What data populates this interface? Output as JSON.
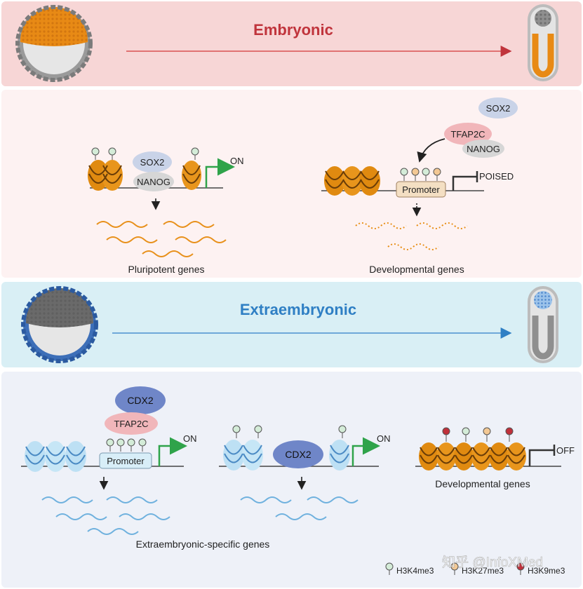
{
  "sections": {
    "embryonic_title": "Embryonic",
    "extraembryonic_title": "Extraembryonic"
  },
  "embryonic_panel": {
    "left": {
      "factor1": "SOX2",
      "factor2": "NANOG",
      "state": "ON",
      "caption": "Pluripotent genes"
    },
    "right": {
      "factor_sox2": "SOX2",
      "factor_tfap2c": "TFAP2C",
      "factor_nanog": "NANOG",
      "promoter": "Promoter",
      "state": "POISED",
      "caption": "Developmental genes"
    }
  },
  "extraembryonic_panel": {
    "left": {
      "factor_cdx2": "CDX2",
      "factor_tfap2c": "TFAP2C",
      "promoter": "Promoter",
      "state": "ON"
    },
    "middle": {
      "factor_cdx2": "CDX2",
      "state": "ON"
    },
    "shared_caption": "Extraembryonic-specific genes",
    "right": {
      "state": "OFF",
      "caption": "Developmental genes"
    }
  },
  "legend": {
    "items": [
      {
        "label": "H3K4me3",
        "color": "#d4ecd8"
      },
      {
        "label": "H3K27me3",
        "color": "#f3c894"
      },
      {
        "label": "H3K9me3",
        "color": "#c0303a"
      }
    ]
  },
  "watermark": "知乎 @InfoXMed",
  "colors": {
    "embryonic_title": "#c0343c",
    "extraembryonic_title": "#2f7fc4",
    "embryonic_band": "#f7d6d6",
    "embryonic_panel": "#fdf2f2",
    "extra_band": "#d9eff5",
    "extra_panel": "#eef1f8",
    "orange": "#e8901a",
    "blue_wave": "#6fb1de",
    "arrow_green": "#2fa34a"
  }
}
